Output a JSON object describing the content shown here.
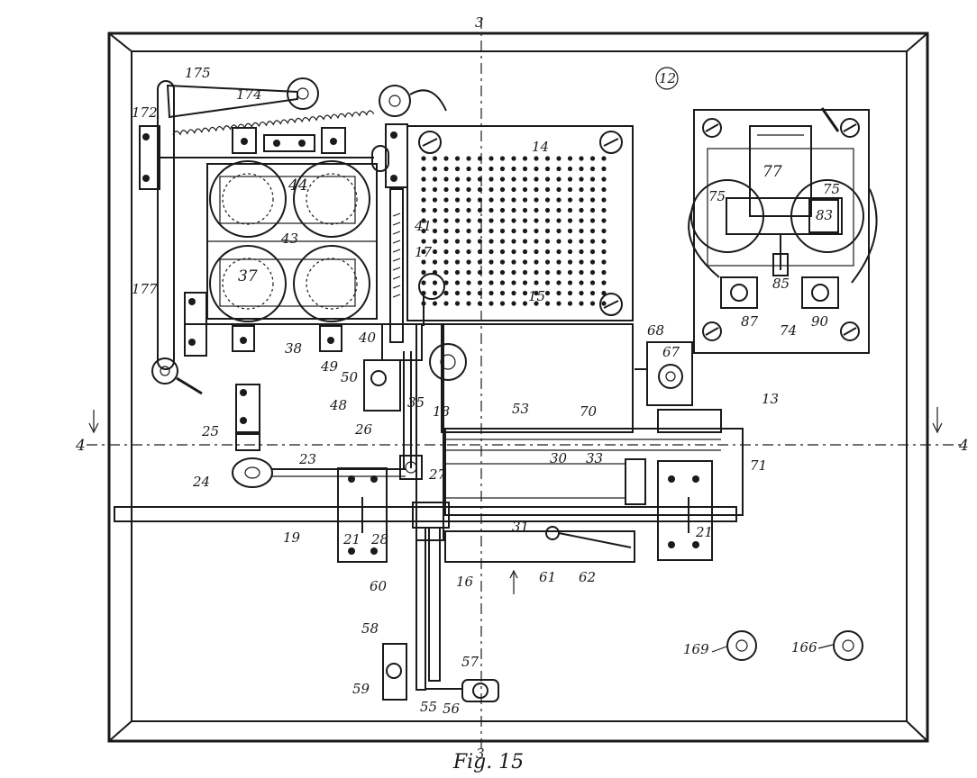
{
  "figure": {
    "caption": "Fig. 15",
    "labels": [
      {
        "id": "175",
        "text": "175"
      },
      {
        "id": "174",
        "text": "174"
      },
      {
        "id": "172",
        "text": "172"
      },
      {
        "id": "12",
        "text": "12"
      },
      {
        "id": "14",
        "text": "14"
      },
      {
        "id": "44",
        "text": "44"
      },
      {
        "id": "43",
        "text": "43"
      },
      {
        "id": "37",
        "text": "37"
      },
      {
        "id": "38",
        "text": "38"
      },
      {
        "id": "177",
        "text": "177"
      },
      {
        "id": "41",
        "text": "41"
      },
      {
        "id": "17",
        "text": "17"
      },
      {
        "id": "15",
        "text": "15"
      },
      {
        "id": "40",
        "text": "40"
      },
      {
        "id": "49",
        "text": "49"
      },
      {
        "id": "50",
        "text": "50"
      },
      {
        "id": "48",
        "text": "48"
      },
      {
        "id": "35",
        "text": "35"
      },
      {
        "id": "18",
        "text": "18"
      },
      {
        "id": "77",
        "text": "77"
      },
      {
        "id": "75a",
        "text": "75"
      },
      {
        "id": "75b",
        "text": "75"
      },
      {
        "id": "83",
        "text": "83"
      },
      {
        "id": "85",
        "text": "85"
      },
      {
        "id": "87",
        "text": "87"
      },
      {
        "id": "74",
        "text": "74"
      },
      {
        "id": "90",
        "text": "90"
      },
      {
        "id": "68",
        "text": "68"
      },
      {
        "id": "67",
        "text": "67"
      },
      {
        "id": "13",
        "text": "13"
      },
      {
        "id": "25",
        "text": "25"
      },
      {
        "id": "26",
        "text": "26"
      },
      {
        "id": "53",
        "text": "53"
      },
      {
        "id": "70",
        "text": "70"
      },
      {
        "id": "4left",
        "text": "4"
      },
      {
        "id": "4right",
        "text": "4"
      },
      {
        "id": "23",
        "text": "23"
      },
      {
        "id": "24",
        "text": "24"
      },
      {
        "id": "27",
        "text": "27"
      },
      {
        "id": "30",
        "text": "30"
      },
      {
        "id": "33",
        "text": "33"
      },
      {
        "id": "71",
        "text": "71"
      },
      {
        "id": "19",
        "text": "19"
      },
      {
        "id": "21a",
        "text": "21"
      },
      {
        "id": "28",
        "text": "28"
      },
      {
        "id": "31",
        "text": "31"
      },
      {
        "id": "21b",
        "text": "21"
      },
      {
        "id": "60",
        "text": "60"
      },
      {
        "id": "16",
        "text": "16"
      },
      {
        "id": "61",
        "text": "61"
      },
      {
        "id": "62",
        "text": "62"
      },
      {
        "id": "58",
        "text": "58"
      },
      {
        "id": "59",
        "text": "59"
      },
      {
        "id": "57",
        "text": "57"
      },
      {
        "id": "55",
        "text": "55"
      },
      {
        "id": "56",
        "text": "56"
      },
      {
        "id": "169",
        "text": "169"
      },
      {
        "id": "166",
        "text": "166"
      },
      {
        "id": "3top",
        "text": "3"
      },
      {
        "id": "3bottom",
        "text": "3"
      }
    ]
  }
}
